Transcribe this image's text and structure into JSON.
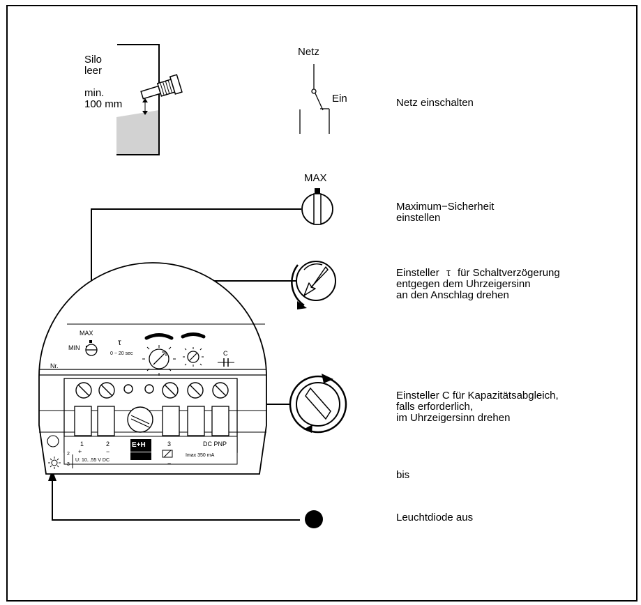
{
  "silo": {
    "line1": "Silo",
    "line2": "leer",
    "min": "min.",
    "distance": "100 mm"
  },
  "switch": {
    "netz": "Netz",
    "ein": "Ein"
  },
  "max_switch": {
    "label": "MAX"
  },
  "steps": {
    "power_on": "Netz einschalten",
    "max_safety": [
      "Maximum−Sicherheit",
      "einstellen"
    ],
    "tau_adjust": [
      "Einsteller",
      "für Schaltverzögerung",
      "entgegen dem Uhrzeigersinn",
      "an den Anschlag drehen"
    ],
    "tau_symbol": "τ",
    "c_adjust": [
      "Einsteller C für Kapazitätsabgleich,",
      "falls erforderlich,",
      "im Uhrzeigersinn drehen"
    ],
    "until": "bis",
    "led_off": "Leuchtdiode aus"
  },
  "device": {
    "max": "MAX",
    "min": "MIN",
    "tau": "τ",
    "tau_range": "0 − 20 sec",
    "c": "C",
    "nr": "Nr.",
    "t1": "1",
    "t1_sign": "+",
    "t2": "2",
    "t2_sign": "−",
    "t3": "3",
    "t3_sign": "−",
    "dc_pnp": "DC PNP",
    "supply": "U: 10...55 V DC",
    "imax": "Imax 350 mA",
    "logo": "E+H",
    "side_2": "2",
    "side_3": "3"
  },
  "colors": {
    "line": "#000000",
    "fill_grey": "#d2d2d2",
    "background": "#ffffff"
  }
}
